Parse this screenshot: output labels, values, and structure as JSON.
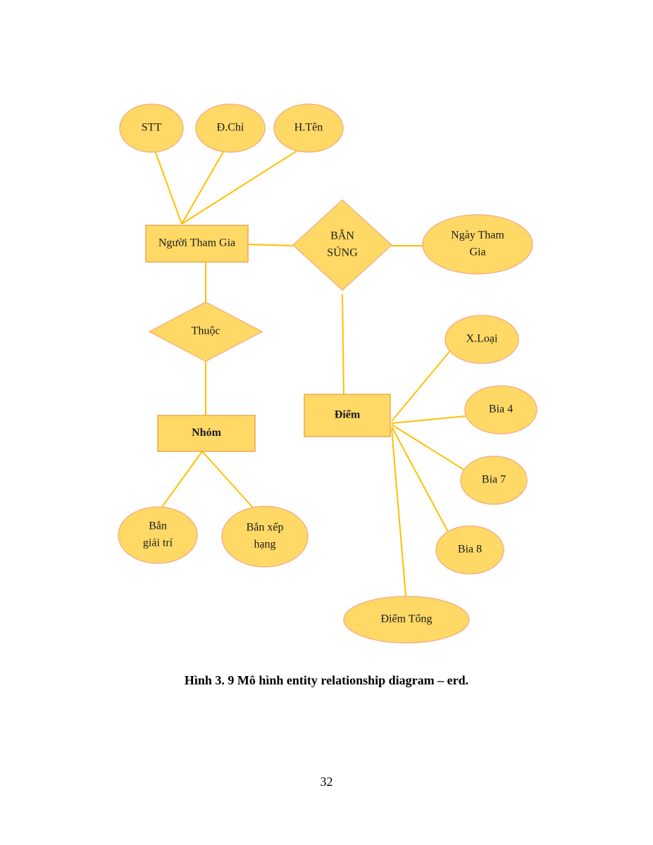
{
  "diagram": {
    "nodes": [
      {
        "id": "stt",
        "kind": "attribute",
        "lines": [
          "STT"
        ]
      },
      {
        "id": "dchi",
        "kind": "attribute",
        "lines": [
          "Đ.Chỉ"
        ]
      },
      {
        "id": "hten",
        "kind": "attribute",
        "lines": [
          "H.Tên"
        ]
      },
      {
        "id": "nguoi-tham-gia",
        "kind": "entity",
        "lines": [
          "Người Tham Gia"
        ]
      },
      {
        "id": "ban-sung",
        "kind": "relationship",
        "lines": [
          "BẮN",
          "SÚNG"
        ]
      },
      {
        "id": "ngay-tham-gia",
        "kind": "attribute",
        "lines": [
          "Ngày Tham",
          "Gia"
        ]
      },
      {
        "id": "thuoc",
        "kind": "relationship",
        "lines": [
          "Thuộc"
        ]
      },
      {
        "id": "nhom",
        "kind": "entity",
        "lines": [
          "Nhóm"
        ]
      },
      {
        "id": "diem",
        "kind": "entity",
        "lines": [
          "Điểm"
        ]
      },
      {
        "id": "x-loai",
        "kind": "attribute",
        "lines": [
          "X.Loại"
        ]
      },
      {
        "id": "bia-4",
        "kind": "attribute",
        "lines": [
          "Bia 4"
        ]
      },
      {
        "id": "bia-7",
        "kind": "attribute",
        "lines": [
          "Bia 7"
        ]
      },
      {
        "id": "bia-8",
        "kind": "attribute",
        "lines": [
          "Bia 8"
        ]
      },
      {
        "id": "ban-giai-tri",
        "kind": "attribute",
        "lines": [
          "Bắn",
          "giải trí"
        ]
      },
      {
        "id": "ban-xep-hang",
        "kind": "attribute",
        "lines": [
          "Bắn xếp",
          "hạng"
        ]
      },
      {
        "id": "diem-tong",
        "kind": "attribute",
        "lines": [
          "Điểm Tổng"
        ]
      }
    ],
    "edges": [
      {
        "from": "stt",
        "to": "nguoi-tham-gia"
      },
      {
        "from": "dchi",
        "to": "nguoi-tham-gia"
      },
      {
        "from": "hten",
        "to": "nguoi-tham-gia"
      },
      {
        "from": "nguoi-tham-gia",
        "to": "ban-sung"
      },
      {
        "from": "ban-sung",
        "to": "ngay-tham-gia"
      },
      {
        "from": "nguoi-tham-gia",
        "to": "thuoc"
      },
      {
        "from": "thuoc",
        "to": "nhom"
      },
      {
        "from": "ban-sung",
        "to": "diem"
      },
      {
        "from": "nhom",
        "to": "ban-giai-tri"
      },
      {
        "from": "nhom",
        "to": "ban-xep-hang"
      },
      {
        "from": "diem",
        "to": "x-loai"
      },
      {
        "from": "diem",
        "to": "bia-4"
      },
      {
        "from": "diem",
        "to": "bia-7"
      },
      {
        "from": "diem",
        "to": "bia-8"
      },
      {
        "from": "diem",
        "to": "diem-tong"
      }
    ]
  },
  "caption": "Hình 3. 9 Mô hình entity relationship diagram – erd.",
  "page_number": "32",
  "colors": {
    "fill": "#FFD966",
    "stroke": "#F4B183",
    "edge": "#FFC000"
  }
}
